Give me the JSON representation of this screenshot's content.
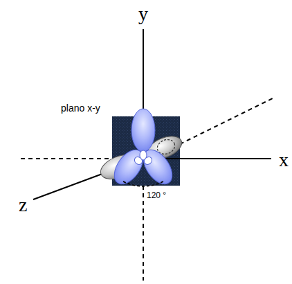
{
  "diagram": {
    "labels": [
      "y",
      "x",
      "z",
      "plano x-y",
      "120 °"
    ]
  }
}
